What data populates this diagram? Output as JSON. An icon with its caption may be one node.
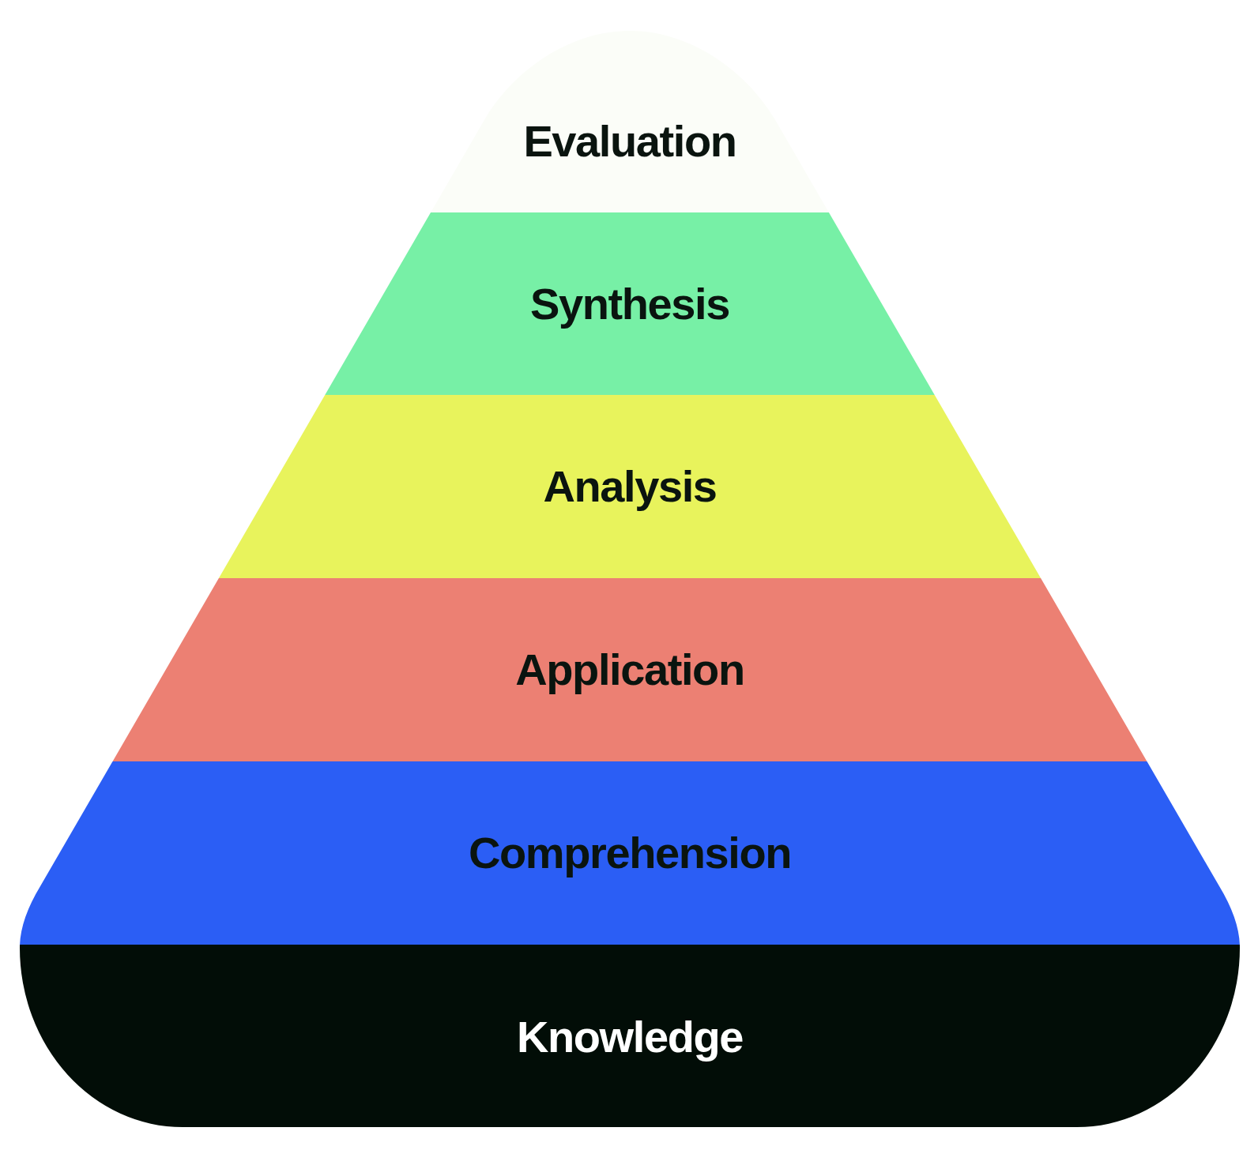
{
  "diagram": {
    "nodes": [
      {
        "text": [
          "Evaluation"
        ]
      },
      {
        "text": [
          "Synthesis"
        ]
      },
      {
        "text": [
          "Analysis"
        ]
      },
      {
        "text": [
          "Application"
        ]
      },
      {
        "text": [
          "Comprehension"
        ]
      },
      {
        "text": [
          "Knowledge"
        ]
      }
    ]
  }
}
